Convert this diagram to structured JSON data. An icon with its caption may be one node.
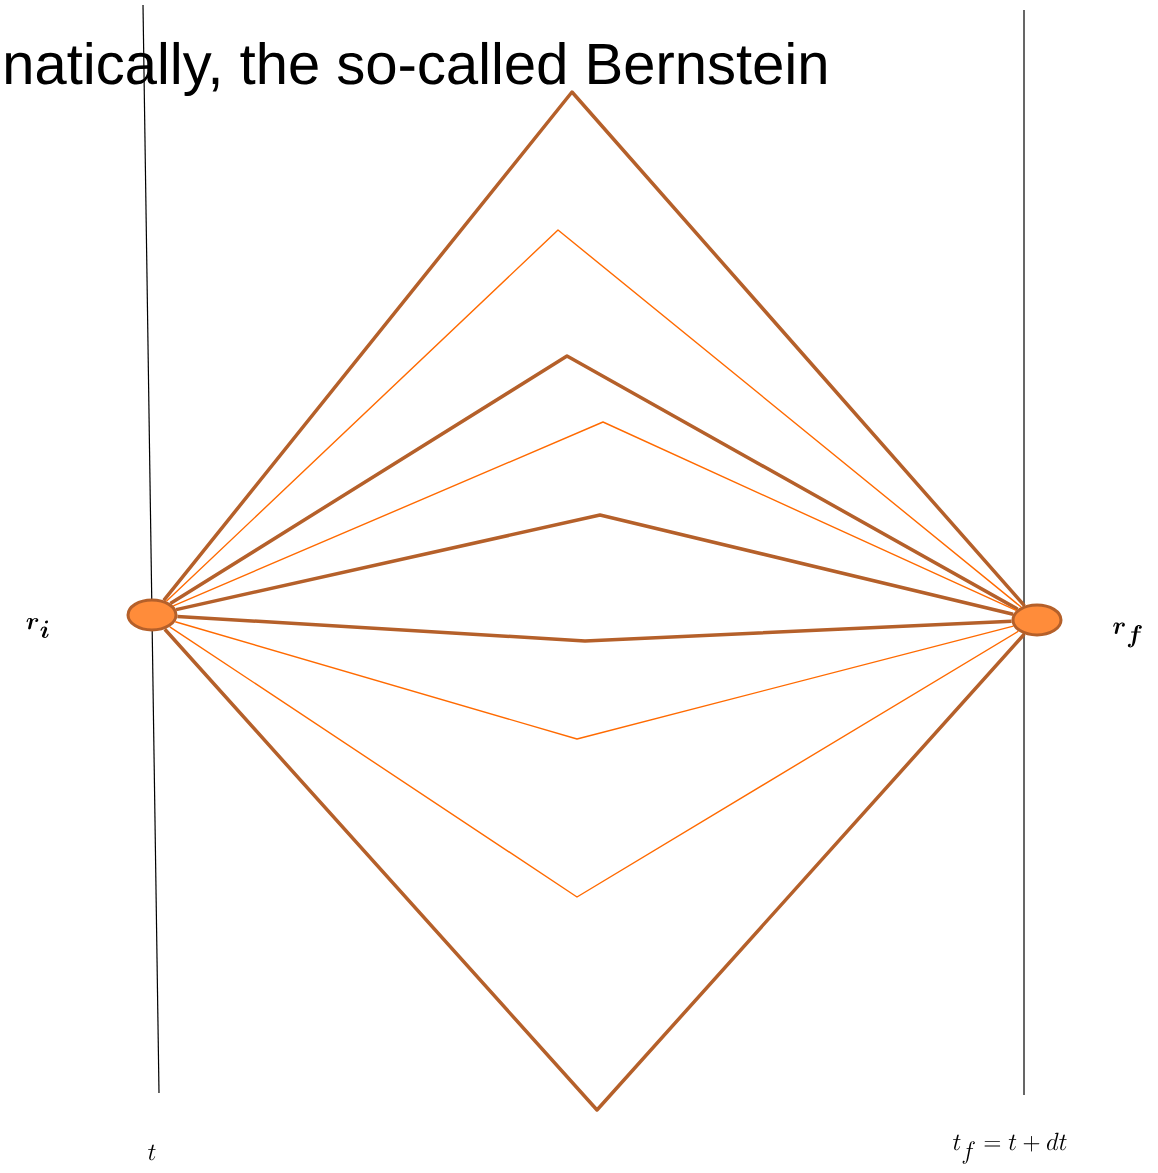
{
  "diagram": {
    "nodes": [
      {
        "text": [],
        "shape": "circle"
      },
      {
        "text": [],
        "shape": "circle"
      }
    ],
    "edges": [
      {
        "from": 0,
        "to": 1,
        "arrow": "none"
      },
      {
        "from": 0,
        "to": 1,
        "arrow": "none",
        "color": "#ff6a00"
      },
      {
        "from": 0,
        "to": 1,
        "arrow": "none"
      },
      {
        "from": 0,
        "to": 1,
        "arrow": "none",
        "color": "#ff6a00"
      },
      {
        "from": 0,
        "to": 1,
        "arrow": "none"
      },
      {
        "from": 0,
        "to": 1,
        "arrow": "none"
      },
      {
        "from": 0,
        "to": 1,
        "arrow": "none",
        "color": "#ff6a00"
      },
      {
        "from": 0,
        "to": 1,
        "arrow": "none",
        "color": "#ff6a00"
      },
      {
        "from": 0,
        "to": 1,
        "arrow": "none"
      }
    ],
    "labels": [
      "natically, the so-called Bernstein",
      "\\boldsymbol{r}_{\\boldsymbol{i}}",
      "\\boldsymbol{r}_{\\boldsymbol{f}}",
      "t",
      "t_f = t + dt"
    ]
  }
}
